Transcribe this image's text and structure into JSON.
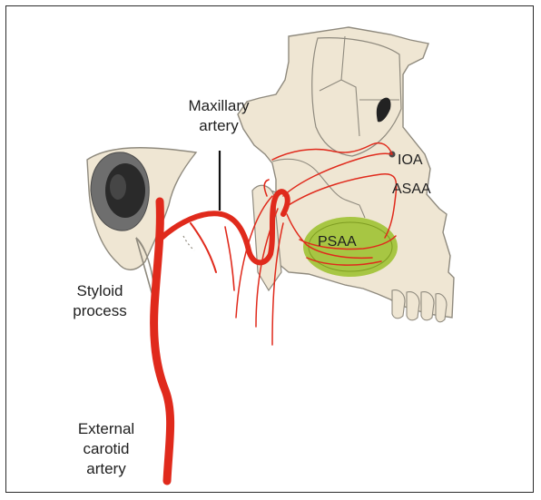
{
  "labels": {
    "maxillary_artery": [
      "Maxillary",
      "artery"
    ],
    "ioa": "IOA",
    "asaa": "ASAA",
    "psaa": "PSAA",
    "styloid_process": [
      "Styloid",
      "process"
    ],
    "external_carotid_artery": [
      "External",
      "carotid",
      "artery"
    ]
  },
  "colors": {
    "bone": "#efe6d3",
    "bone_outline": "#8f8a7e",
    "artery": "#e02a1c",
    "psaa_region": "#9ec233",
    "frame": "#2b2b2b",
    "ear_dark": "#3a3a3a"
  }
}
